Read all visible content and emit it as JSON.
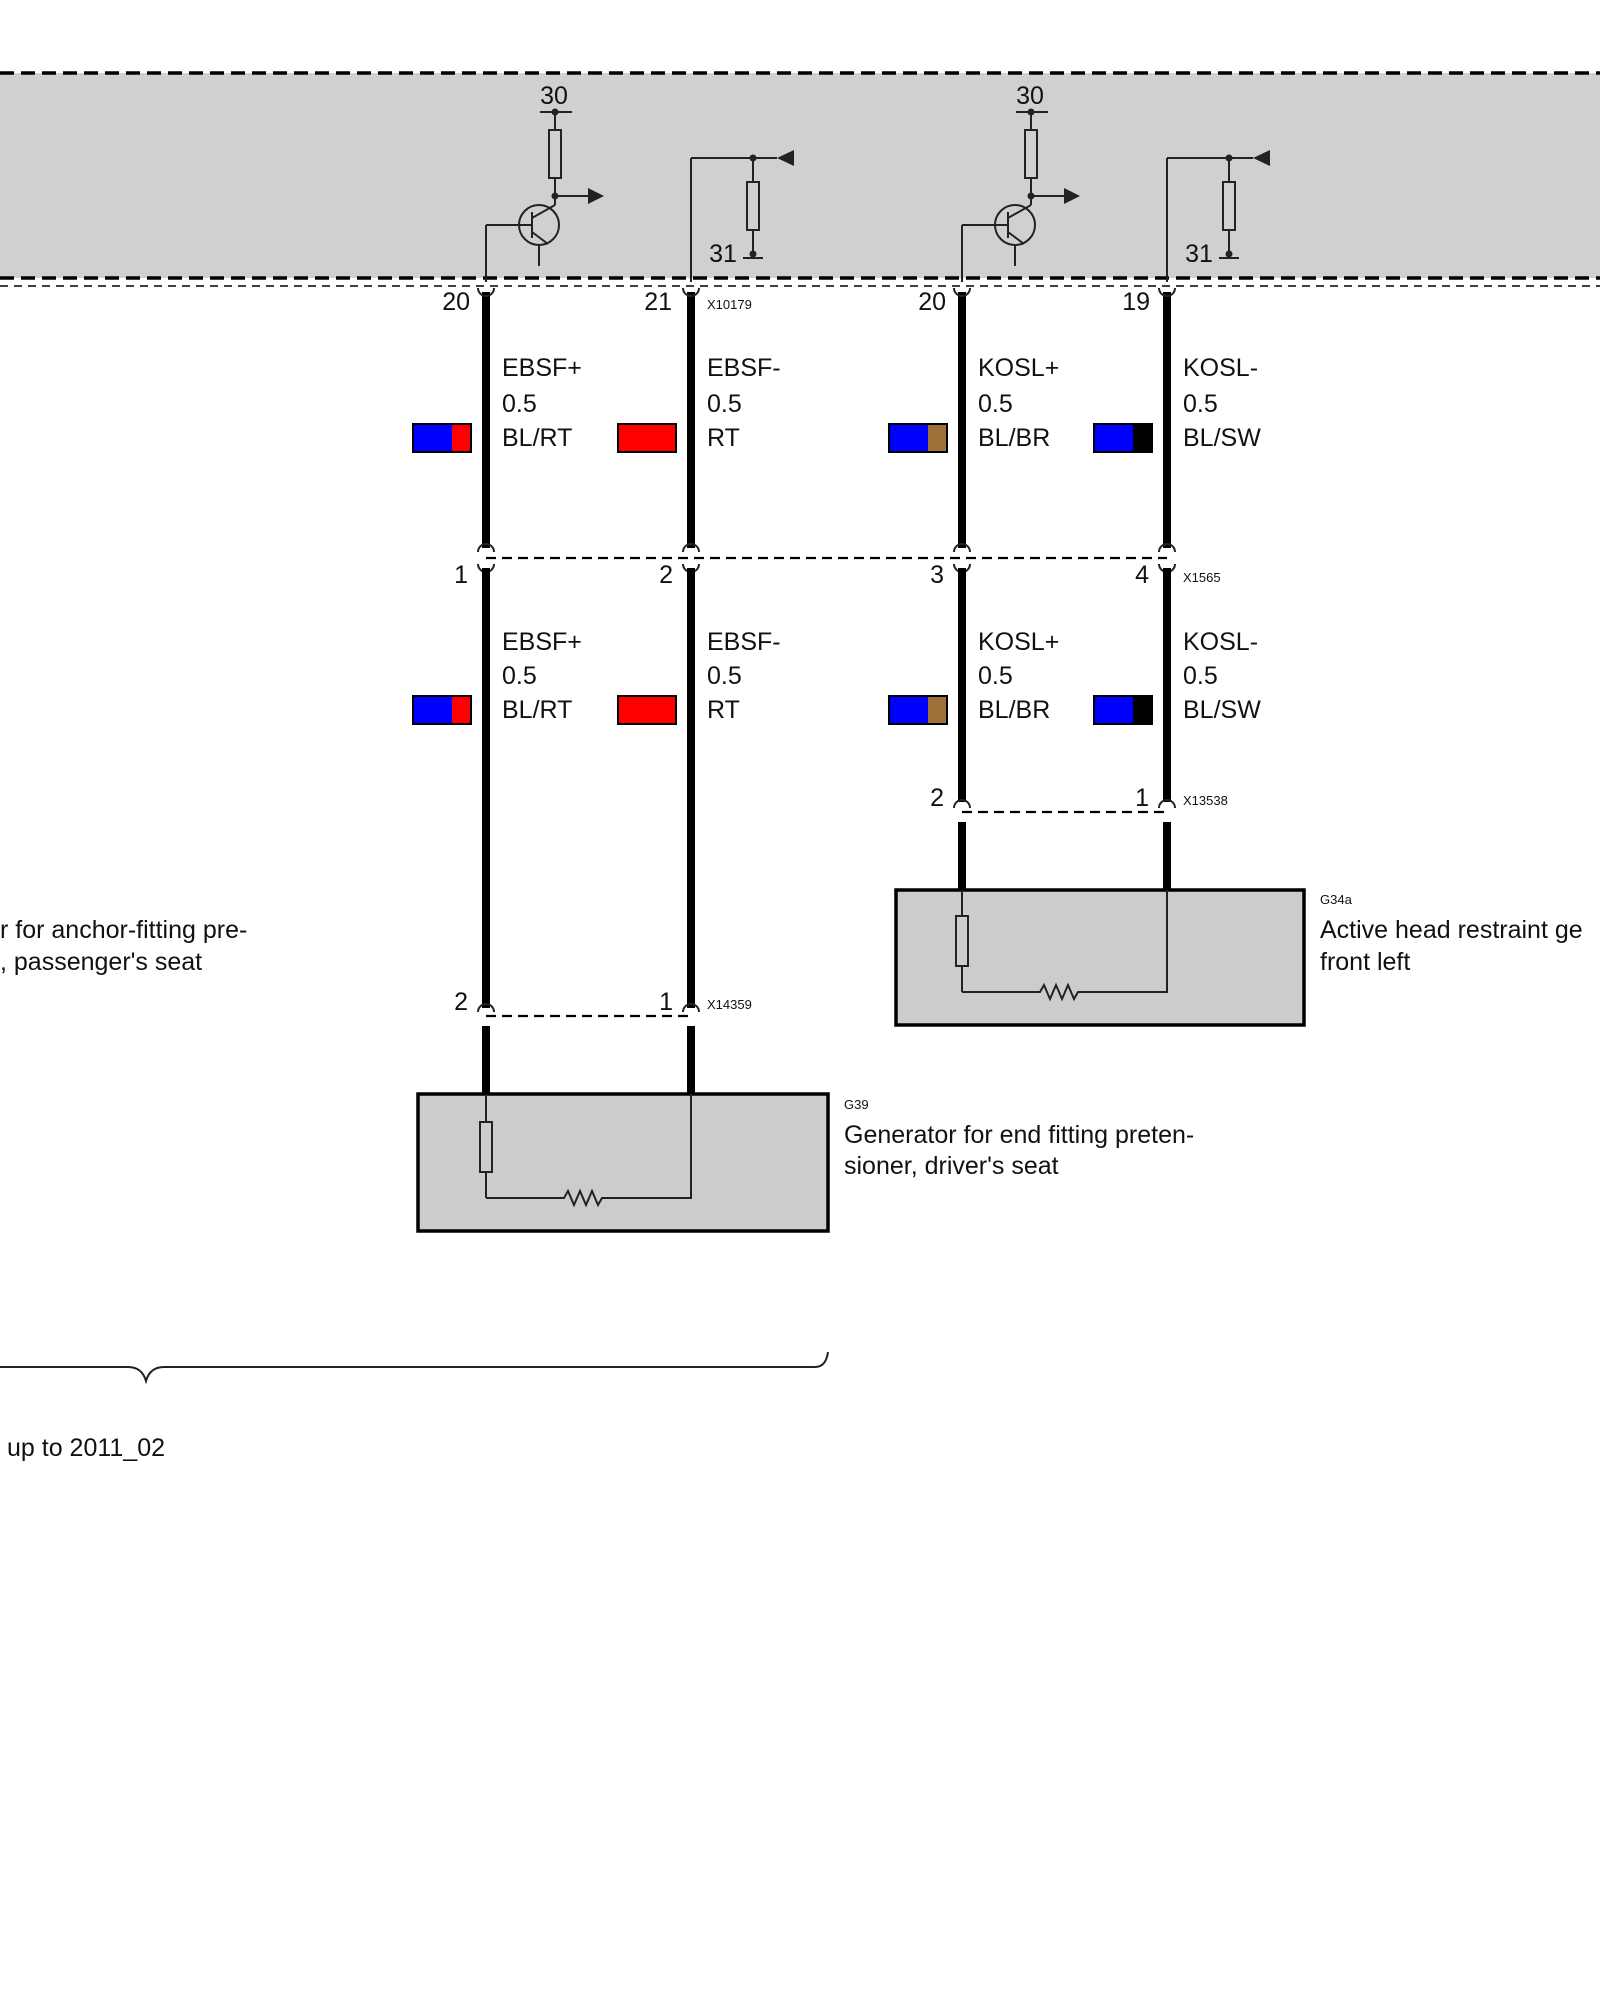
{
  "ecu": {
    "supply_label": "30",
    "ground_label": "31",
    "connector": "X10179",
    "pins": [
      "20",
      "21",
      "20",
      "19"
    ]
  },
  "wires_upper": [
    {
      "signal": "EBSF+",
      "gauge": "0.5",
      "color_code": "BL/RT",
      "swatch": [
        "#0000ff",
        "#ff0000"
      ]
    },
    {
      "signal": "EBSF-",
      "gauge": "0.5",
      "color_code": "RT",
      "swatch": [
        "#ff0000",
        "#ff0000"
      ]
    },
    {
      "signal": "KOSL+",
      "gauge": "0.5",
      "color_code": "BL/BR",
      "swatch": [
        "#0000ff",
        "#a0703a"
      ]
    },
    {
      "signal": "KOSL-",
      "gauge": "0.5",
      "color_code": "BL/SW",
      "swatch": [
        "#0000ff",
        "#000000"
      ]
    }
  ],
  "connector_mid": {
    "name": "X1565",
    "pins": [
      "1",
      "2",
      "3",
      "4"
    ]
  },
  "wires_lower": [
    {
      "signal": "EBSF+",
      "gauge": "0.5",
      "color_code": "BL/RT",
      "swatch": [
        "#0000ff",
        "#ff0000"
      ]
    },
    {
      "signal": "EBSF-",
      "gauge": "0.5",
      "color_code": "RT",
      "swatch": [
        "#ff0000",
        "#ff0000"
      ]
    },
    {
      "signal": "KOSL+",
      "gauge": "0.5",
      "color_code": "BL/BR",
      "swatch": [
        "#0000ff",
        "#a0703a"
      ]
    },
    {
      "signal": "KOSL-",
      "gauge": "0.5",
      "color_code": "BL/SW",
      "swatch": [
        "#0000ff",
        "#000000"
      ]
    }
  ],
  "connector_x13538": {
    "name": "X13538",
    "pins": [
      "2",
      "1"
    ]
  },
  "connector_x14359": {
    "name": "X14359",
    "pins": [
      "2",
      "1"
    ]
  },
  "component_g34a": {
    "id": "G34a",
    "desc_line1": "Active head restraint ge",
    "desc_line2": "front left"
  },
  "component_g39": {
    "id": "G39",
    "desc_line1": "Generator for end fitting preten-",
    "desc_line2": "sioner, driver's seat"
  },
  "partial_left_text": {
    "line1": "r for anchor-fitting pre-",
    "line2": ", passenger's seat"
  },
  "validity_note": "up to 2011_02",
  "colors": {
    "ecu_fill": "#d0d0d0",
    "component_fill": "#cccccc",
    "wire": "#000000"
  }
}
